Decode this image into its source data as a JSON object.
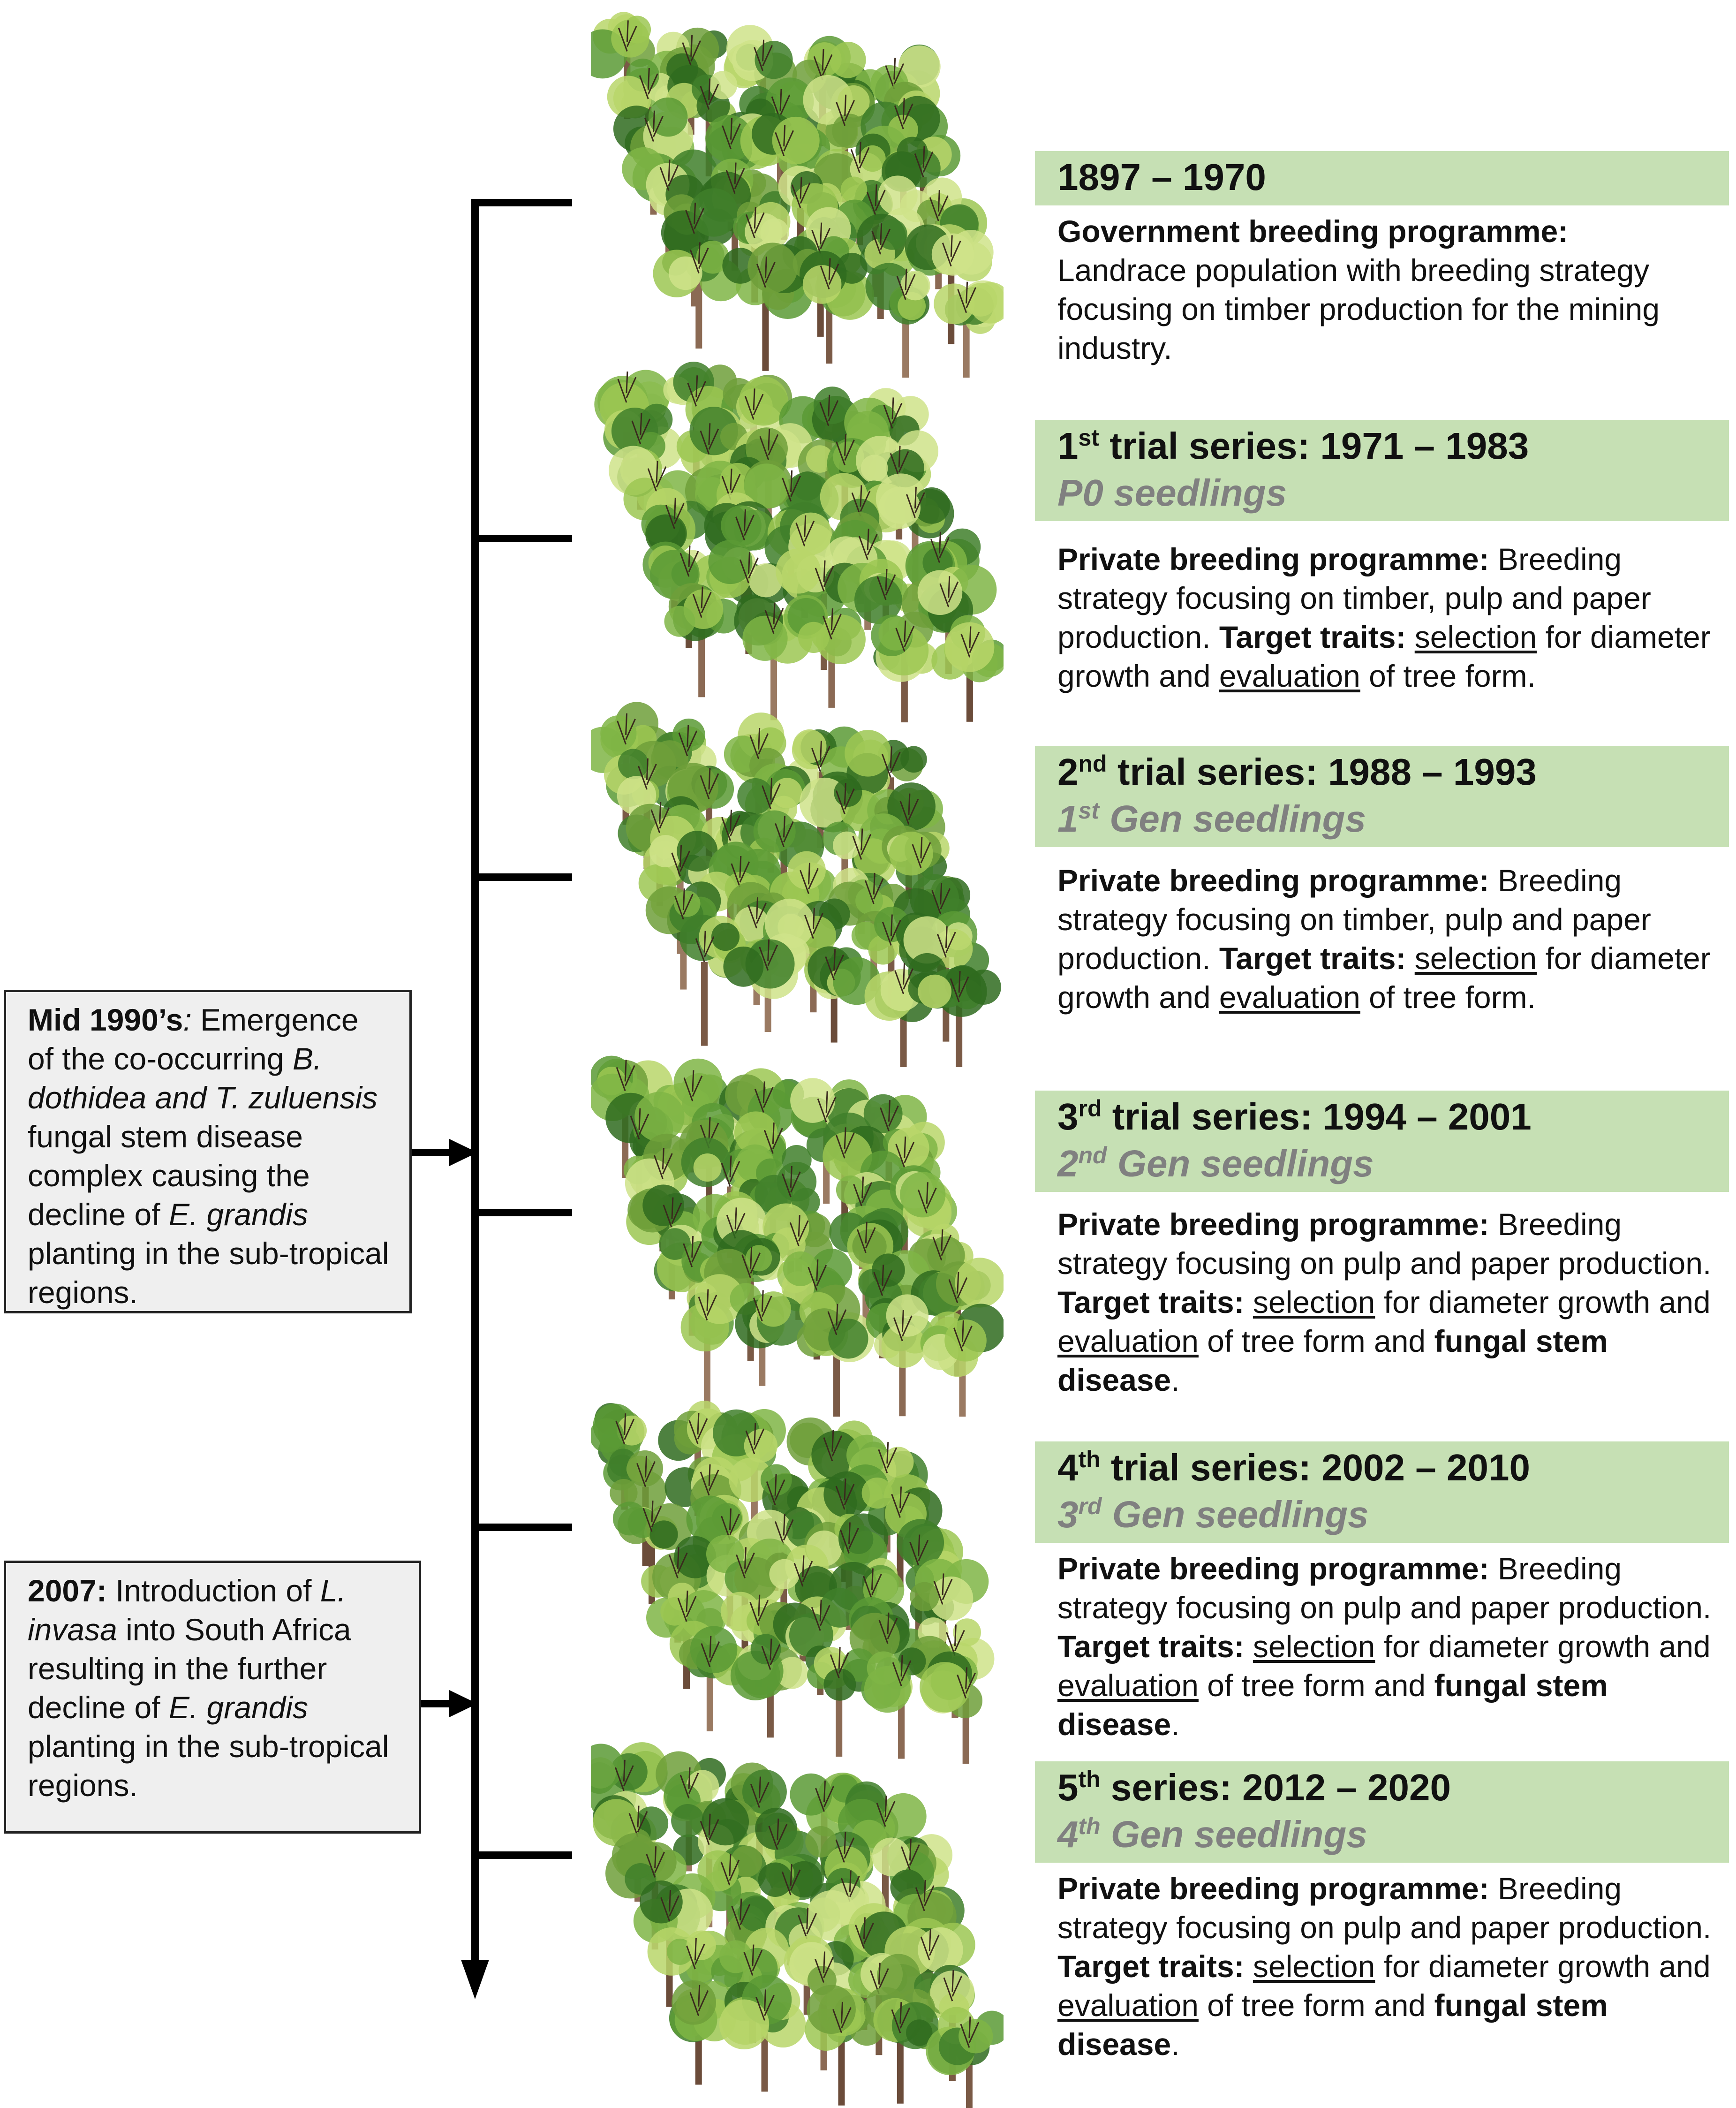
{
  "colors": {
    "band": "#c6e0b4",
    "subtitle": "#808080",
    "event_box_bg": "#efefef",
    "axis": "#000000"
  },
  "entries": [
    {
      "title": "1897 – 1970",
      "desc_bold": "Government breeding programme:",
      "desc_text": "Landrace population with breeding strategy focusing on timber production for the mining industry."
    },
    {
      "ordinal": "1",
      "ordinal_suffix": "st",
      "title_rest": " trial series: 1971 – 1983",
      "subtitle": "P0 seedlings",
      "desc_bold": "Private breeding programme:",
      "desc_text": " Breeding strategy focusing on timber, pulp and paper production. ",
      "traits_label": "Target traits:",
      "trait_sel": "selection",
      "trait_mid": " for diameter growth and ",
      "trait_eval": "evaluation",
      "trait_end": " of tree form."
    },
    {
      "ordinal": "2",
      "ordinal_suffix": "nd",
      "title_rest": " trial series: 1988 – 1993",
      "sub_ordinal": "1",
      "sub_suffix": "st",
      "sub_rest": " Gen seedlings",
      "desc_bold": "Private breeding programme:",
      "desc_text": " Breeding strategy focusing on timber, pulp and paper production. ",
      "traits_label": "Target traits:",
      "trait_sel": "selection",
      "trait_mid": " for diameter growth and ",
      "trait_eval": "evaluation",
      "trait_end": " of tree form."
    },
    {
      "ordinal": "3",
      "ordinal_suffix": "rd",
      "title_rest": " trial series: 1994 – 2001",
      "sub_ordinal": "2",
      "sub_suffix": "nd",
      "sub_rest": " Gen seedlings",
      "desc_bold": "Private breeding programme:",
      "desc_text": " Breeding strategy focusing on pulp and paper production. ",
      "traits_label": "Target traits:",
      "trait_sel": "selection",
      "trait_mid": " for diameter growth and ",
      "trait_eval": "evaluation",
      "trait_end": " of tree form and ",
      "trait_disease": "fungal stem disease",
      "trait_final": "."
    },
    {
      "ordinal": "4",
      "ordinal_suffix": "th",
      "title_rest": " trial series: 2002 – 2010",
      "sub_ordinal": "3",
      "sub_suffix": "rd",
      "sub_rest": " Gen seedlings",
      "desc_bold": "Private breeding programme:",
      "desc_text": " Breeding strategy focusing on pulp and paper production. ",
      "traits_label": "Target traits:",
      "trait_sel": "selection",
      "trait_mid": " for diameter growth and ",
      "trait_eval": "evaluation",
      "trait_end": " of tree form and ",
      "trait_disease": "fungal stem disease",
      "trait_final": "."
    },
    {
      "ordinal": "5",
      "ordinal_suffix": "th",
      "title_rest": " series: 2012 – 2020",
      "sub_ordinal": "4",
      "sub_suffix": "th",
      "sub_rest": " Gen seedlings",
      "desc_bold": "Private breeding programme:",
      "desc_text": " Breeding strategy focusing on pulp and paper production. ",
      "traits_label": "Target traits:",
      "trait_sel": "selection",
      "trait_mid": " for diameter growth and ",
      "trait_eval": "evaluation",
      "trait_end": " of tree form and ",
      "trait_disease": "fungal stem disease",
      "trait_final": "."
    }
  ],
  "events": [
    {
      "bold": "Mid 1990’s",
      "italic_colon": ":",
      "t1": " Emergence of the co-occurring ",
      "i1": "B. dothidea and T. zuluensis",
      "t2": " fungal stem disease complex causing the decline of ",
      "i2": "E. grandis",
      "t3": " planting in the sub-tropical regions."
    },
    {
      "bold": "2007:",
      "t1": " Introduction of ",
      "i1": "L. invasa",
      "t2": " into South Africa resulting in the further decline of ",
      "i2": "E. grandis",
      "t3": " planting in the sub-tropical regions."
    }
  ]
}
